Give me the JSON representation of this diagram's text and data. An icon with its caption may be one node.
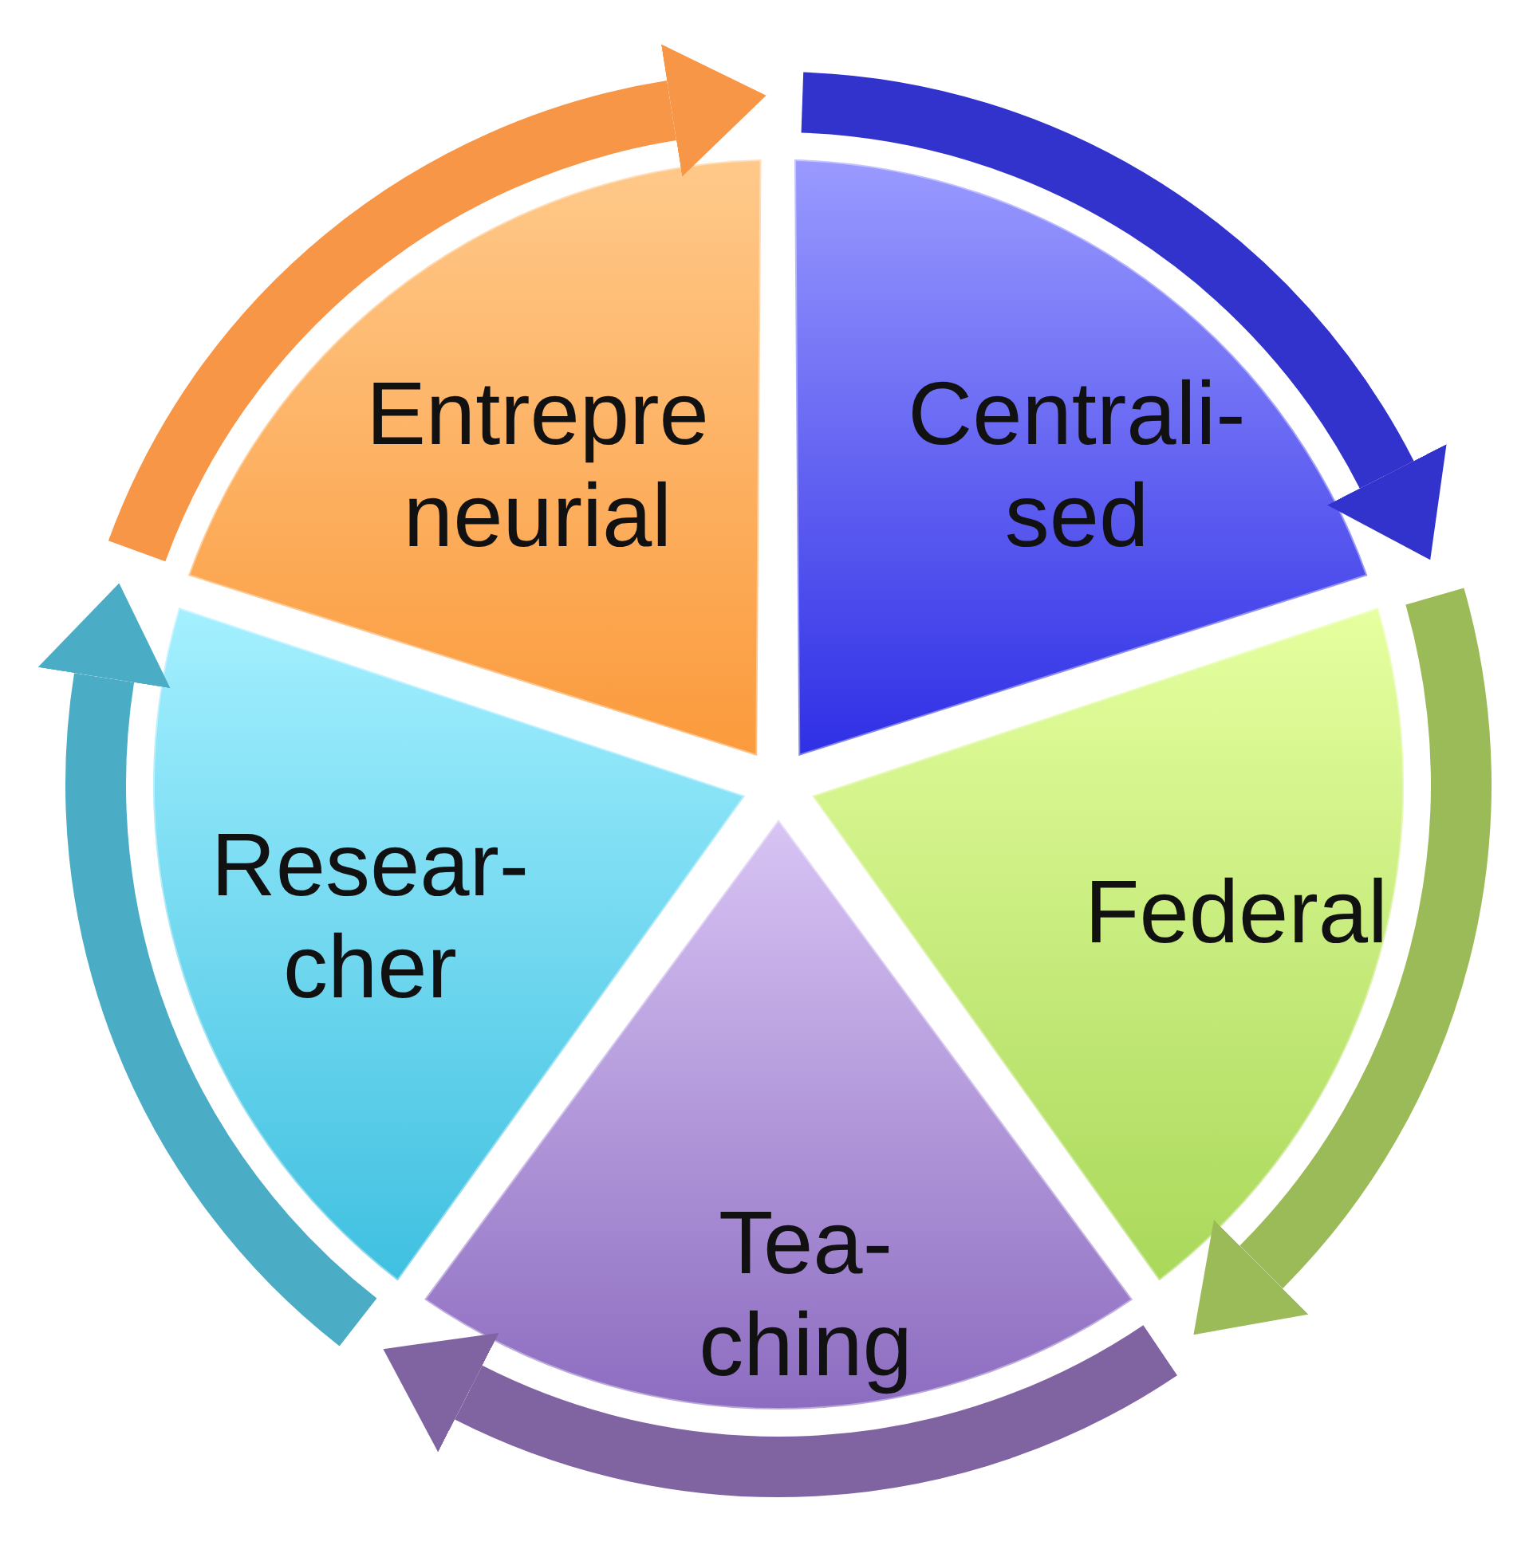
{
  "diagram": {
    "nodes": [
      {
        "text": [
          "Centrali- sed"
        ]
      },
      {
        "text": [
          "Federal"
        ]
      },
      {
        "text": [
          "Tea- ching"
        ]
      },
      {
        "text": [
          "Resear- cher"
        ]
      },
      {
        "text": [
          "Entrepre neurial"
        ]
      }
    ]
  }
}
